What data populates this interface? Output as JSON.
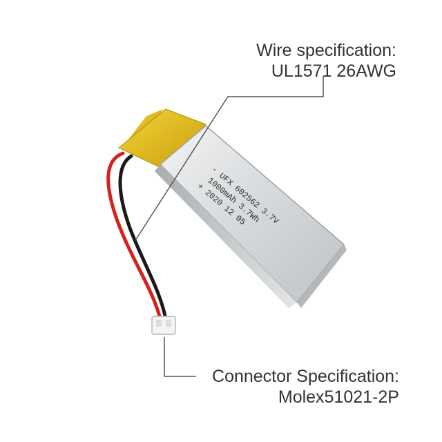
{
  "wire_spec": {
    "title": "Wire specification:",
    "value": "UL1571 26AWG"
  },
  "connector_spec": {
    "title": "Connector Specification:",
    "value": "Molex51021-2P"
  },
  "battery_print": {
    "line1": "- UFX 602562 3.7V",
    "line2": "1000mAh 3.7Wh",
    "line3": "+ 2020 12 05"
  },
  "colors": {
    "label_text": "#333333",
    "callout_line": "#555555",
    "battery_silver": "#cfd3d6",
    "tape_yellow": "#e6c21a",
    "wire_red": "#d4231c",
    "wire_black": "#1a1a1a"
  }
}
